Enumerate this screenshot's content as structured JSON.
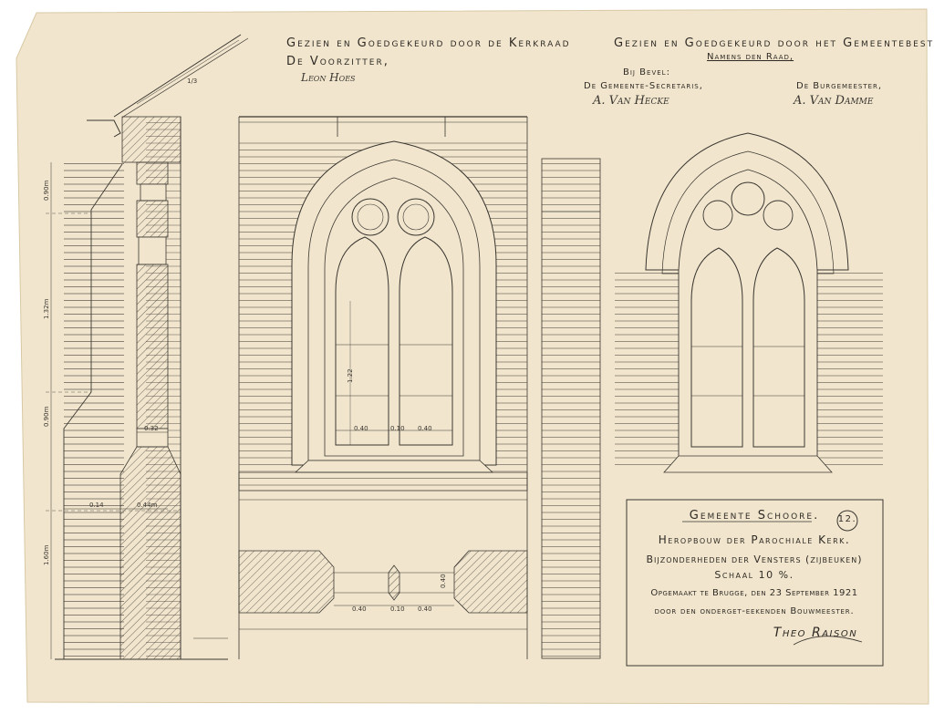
{
  "approval_left": {
    "heading": "Gezien en Goedgekeurd door de Kerkraad",
    "role": "De Voorzitter,",
    "signature": "Leon Hoes"
  },
  "approval_right": {
    "heading": "Gezien en Goedgekeurd door het Gemeentebestuur",
    "subheading": "Namens den Raad,",
    "by_order": "Bij Bevel:",
    "secretary_role": "De Gemeente-Secretaris,",
    "secretary_signature": "A. Van Hecke",
    "mayor_role": "De Burgemeester,",
    "mayor_signature": "A. Van Damme"
  },
  "roof_slope_label": "1/3",
  "dimensions": {
    "section_heights": [
      "0.90m",
      "1.32m",
      "0.90m",
      "1.60m"
    ],
    "section_widths": [
      "0.32",
      "0.14",
      "0.44m"
    ],
    "window_height": "1.22",
    "window_widths": [
      "0.40",
      "0.10",
      "0.40"
    ],
    "plan_widths": [
      "0.40",
      "0.10",
      "0.40"
    ],
    "plan_depth": "0.40"
  },
  "title_block": {
    "municipality": "Gemeente Schoore.",
    "sheet_number": "12.",
    "project": "Heropbouw der Parochiale Kerk.",
    "subject": "Bijzonderheden der Vensters (zijbeuken)",
    "scale": "Schaal 10 %.",
    "drawn_at": "Opgemaakt te Brugge, den 23 September 1921",
    "drawn_by": "door den onderget-eekenden Bouwmeester.",
    "architect_signature": "Theo Raison"
  }
}
